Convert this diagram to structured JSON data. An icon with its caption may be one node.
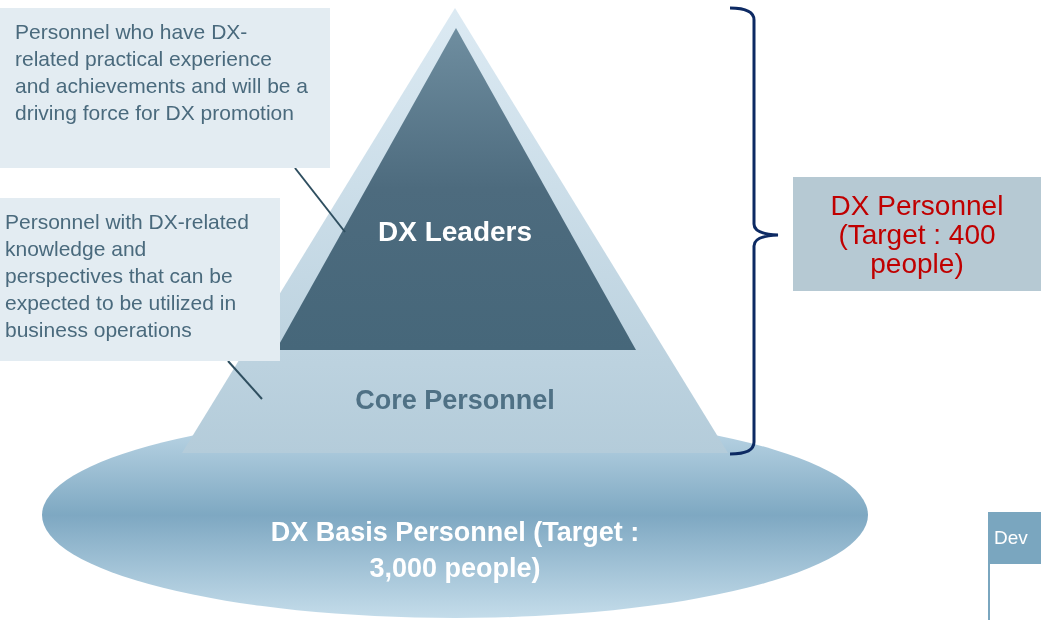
{
  "diagram": {
    "nodes": [
      {
        "text": [
          "Personnel who have DX-related practical experience and achievements and will be a driving force for DX promotion"
        ]
      },
      {
        "text": [
          "Personnel with DX-related knowledge and perspectives that can be expected to be utilized in business operations"
        ]
      },
      {
        "text": [
          "DX Leaders"
        ],
        "in": 3
      },
      {
        "text": [
          "Core Personnel"
        ]
      },
      {
        "text": [
          "DX Basis Personnel (Target : 3,000 people)"
        ]
      },
      {
        "text": [
          "DX Personnel (Target : 400 people)"
        ]
      },
      {
        "text": [
          "Dev"
        ]
      }
    ],
    "edges": [
      {
        "from": 0,
        "to": 2,
        "arrow": "none"
      },
      {
        "from": 1,
        "to": 3,
        "arrow": "none"
      }
    ]
  }
}
